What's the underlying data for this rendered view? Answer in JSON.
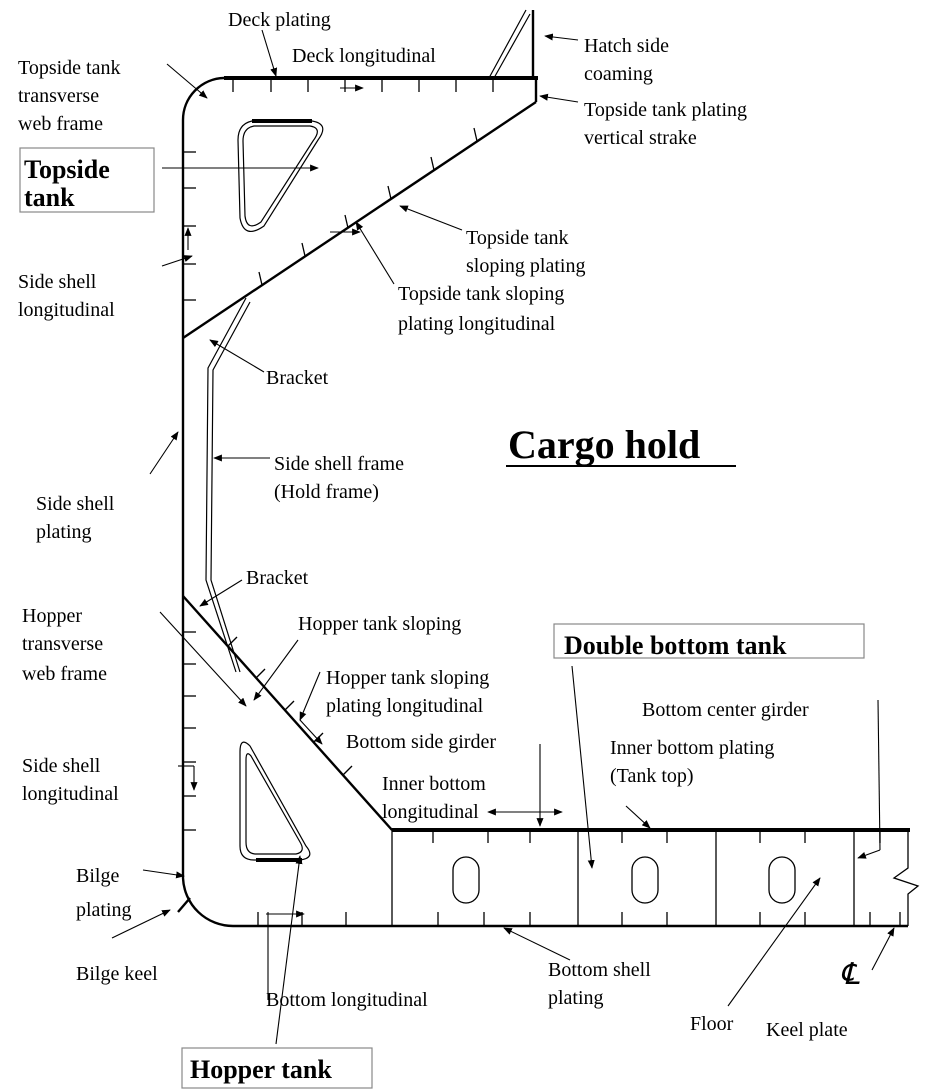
{
  "labels": {
    "deck_plating": "Deck plating",
    "deck_longitudinal": "Deck longitudinal",
    "hatch_side_coaming_1": "Hatch side",
    "hatch_side_coaming_2": "coaming",
    "topside_web_1": "Topside tank",
    "topside_web_2": "transverse",
    "topside_web_3": "web frame",
    "topside_vertical_1": "Topside tank plating",
    "topside_vertical_2": "vertical strake",
    "topside_tank_1": "Topside",
    "topside_tank_2": "tank",
    "topside_sloping_1": "Topside tank",
    "topside_sloping_2": "sloping plating",
    "topside_sloping_long_1": "Topside tank sloping",
    "topside_sloping_long_2": "plating longitudinal",
    "side_shell_long_upper_1": "Side shell",
    "side_shell_long_upper_2": "longitudinal",
    "bracket_upper": "Bracket",
    "cargo_hold": "Cargo hold",
    "side_shell_frame_1": "Side shell frame",
    "side_shell_frame_2": "(Hold frame)",
    "side_shell_plating_1": "Side shell",
    "side_shell_plating_2": "plating",
    "bracket_lower": "Bracket",
    "hopper_web_1": "Hopper",
    "hopper_web_2": "transverse",
    "hopper_web_3": "web frame",
    "hopper_sloping": "Hopper tank sloping",
    "double_bottom_tank": "Double bottom tank",
    "hopper_sloping_long_1": "Hopper tank sloping",
    "hopper_sloping_long_2": "plating longitudinal",
    "bottom_center_girder": "Bottom center girder",
    "bottom_side_girder": "Bottom side girder",
    "inner_bottom_plating_1": "Inner bottom plating",
    "inner_bottom_plating_2": "(Tank top)",
    "side_shell_long_lower_1": "Side shell",
    "side_shell_long_lower_2": "longitudinal",
    "inner_bottom_long_1": "Inner bottom",
    "inner_bottom_long_2": "longitudinal",
    "bilge_plating_1": "Bilge",
    "bilge_plating_2": "plating",
    "bilge_keel": "Bilge keel",
    "bottom_longitudinal": "Bottom longitudinal",
    "bottom_shell_plating_1": "Bottom shell",
    "bottom_shell_plating_2": "plating",
    "centerline_symbol": "℄",
    "floor": "Floor",
    "keel_plate": "Keel plate",
    "hopper_tank": "Hopper tank"
  }
}
